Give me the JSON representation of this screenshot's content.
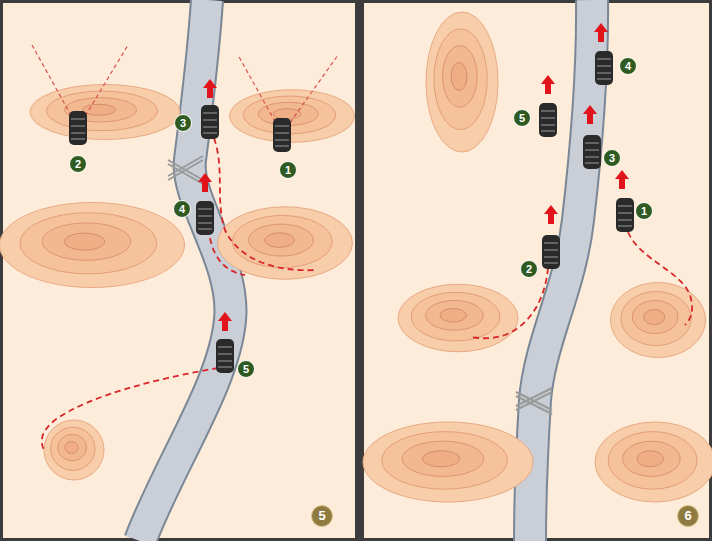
{
  "diagram": {
    "labels": [
      "2",
      "1",
      "3",
      "4",
      "5",
      "5",
      "4",
      "5",
      "3",
      "1",
      "2",
      "6"
    ]
  }
}
